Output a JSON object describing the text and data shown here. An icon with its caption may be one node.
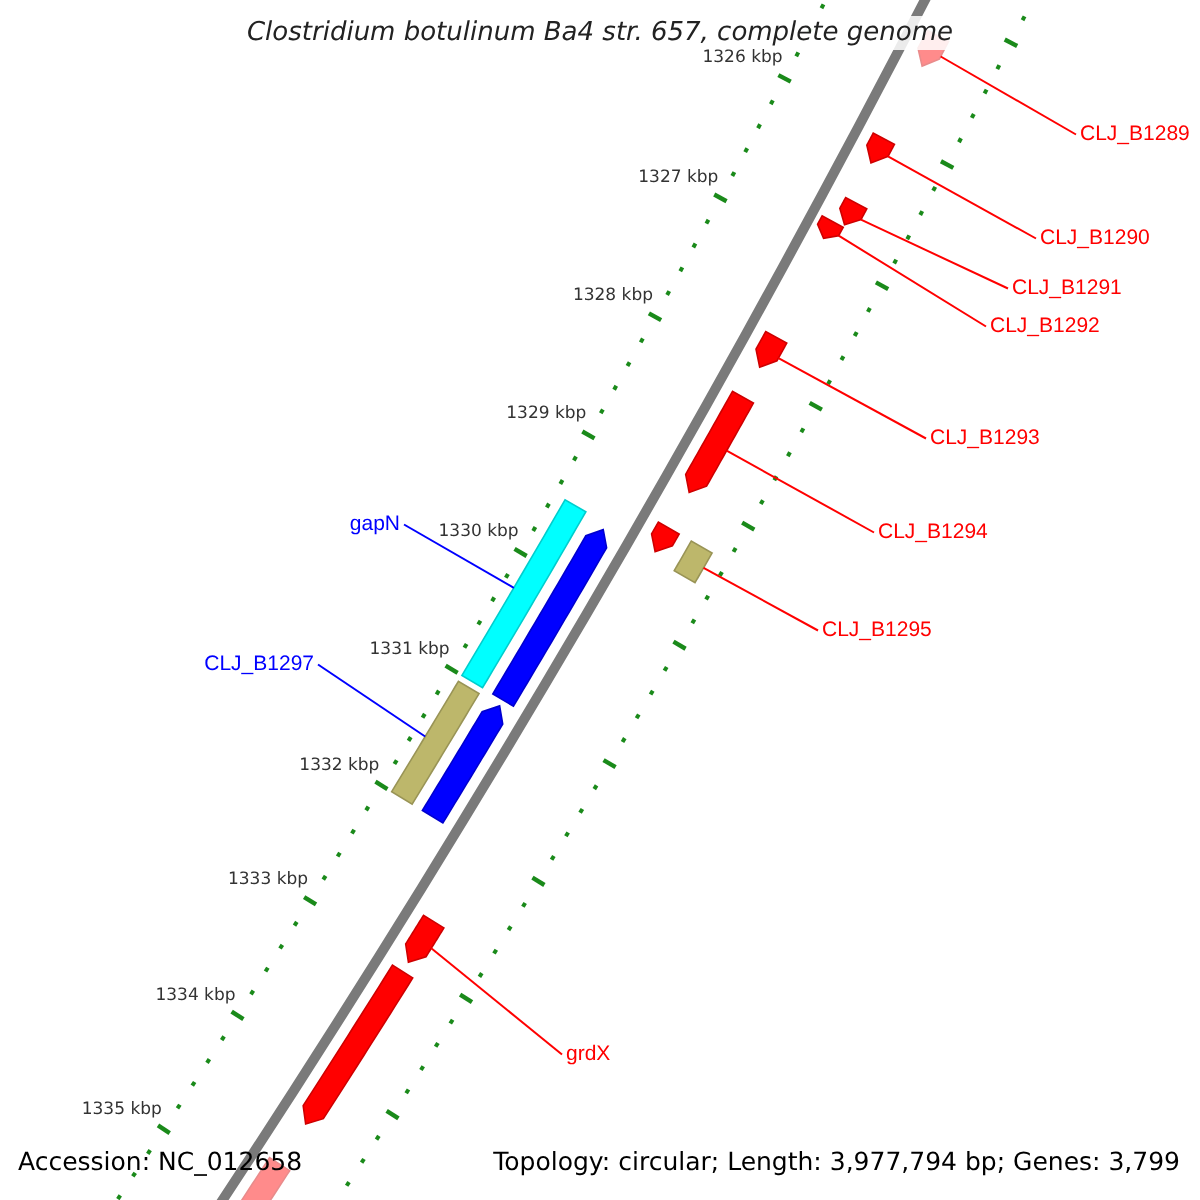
{
  "diagram": {
    "title": "Clostridium botulinum Ba4 str. 657, complete genome",
    "nodes": [
      {
        "text": [
          "CLJ_B1289"
        ]
      },
      {
        "text": [
          "CLJ_B1290"
        ]
      },
      {
        "text": [
          "CLJ_B1291"
        ]
      },
      {
        "text": [
          "CLJ_B1292"
        ]
      },
      {
        "text": [
          "CLJ_B1293"
        ]
      },
      {
        "text": [
          "gapN"
        ]
      },
      {
        "text": [
          "CLJ_B1294"
        ]
      },
      {
        "text": [
          "CLJ_B1295"
        ]
      },
      {
        "text": [
          "CLJ_B1297"
        ]
      },
      {
        "text": [
          "grdX"
        ]
      },
      {
        "text": [],
        "shape": "bar"
      },
      {
        "text": [],
        "shape": "bar"
      },
      {
        "text": [],
        "shape": "bar"
      },
      {
        "text": [],
        "shape": "bar"
      },
      {
        "text": [],
        "shape": "bar"
      },
      {
        "text": [],
        "shape": "bar"
      },
      {
        "text": [],
        "shape": "bar"
      },
      {
        "text": [],
        "shape": "bar"
      },
      {
        "text": [],
        "shape": "bar"
      },
      {
        "text": [],
        "shape": "bar"
      },
      {
        "text": [],
        "shape": "bar"
      },
      {
        "text": [],
        "shape": "bar"
      },
      {
        "text": [],
        "shape": "bar"
      },
      {
        "text": [],
        "shape": "bar"
      },
      {
        "text": [],
        "shape": "bar"
      }
    ],
    "edges": [
      {
        "from": 0,
        "to": 10,
        "arrow": "none"
      },
      {
        "from": 1,
        "to": 11,
        "arrow": "none"
      },
      {
        "from": 2,
        "to": 12,
        "arrow": "none"
      },
      {
        "from": 3,
        "to": 13,
        "arrow": "none"
      },
      {
        "from": 4,
        "to": 14,
        "arrow": "none"
      },
      {
        "from": 5,
        "to": 18,
        "arrow": "none",
        "color": "#0000ff"
      },
      {
        "from": 6,
        "to": 15,
        "arrow": "none"
      },
      {
        "from": 7,
        "to": 17,
        "arrow": "none"
      },
      {
        "from": 8,
        "to": 20,
        "arrow": "none",
        "color": "#0000ff"
      },
      {
        "from": 9,
        "to": 22,
        "arrow": "none"
      }
    ],
    "labels": [
      "1326 kbp",
      "1327 kbp",
      "1328 kbp",
      "1329 kbp",
      "1330 kbp",
      "1331 kbp",
      "1332 kbp",
      "1333 kbp",
      "1334 kbp",
      "1335 kbp",
      "Accession: NC_012658",
      "Topology: circular; Length: 3,977,794 bp; Genes: 3,799"
    ]
  }
}
